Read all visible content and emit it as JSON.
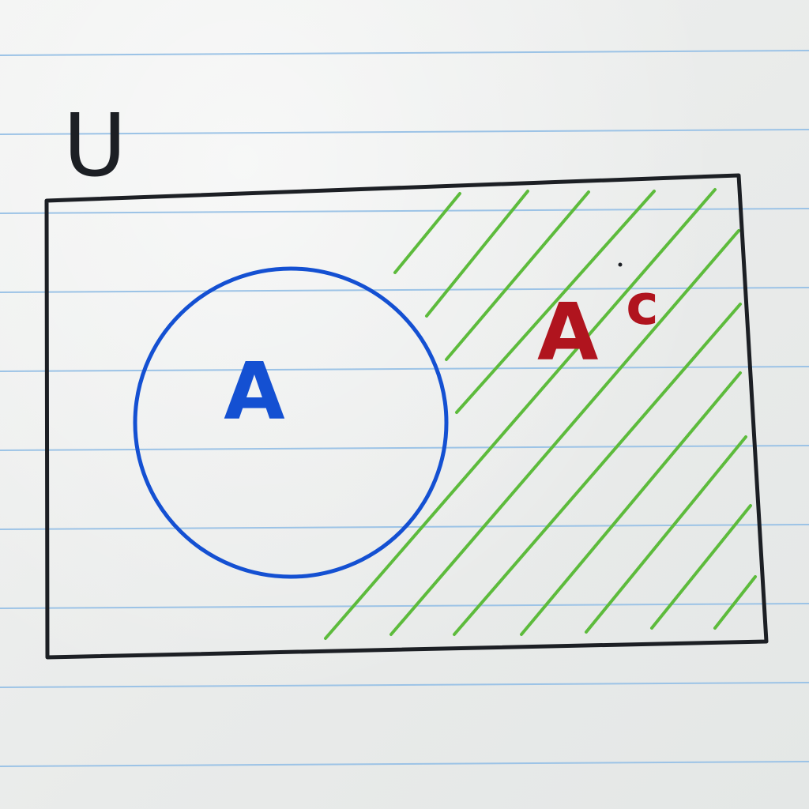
{
  "diagram": {
    "universe_label": "U",
    "set_label": "A",
    "complement_label": "A",
    "complement_superscript": "c"
  },
  "colors": {
    "paper": "#eceeed",
    "ruled_line": "#9cc3e6",
    "universe_outline": "#1c1f24",
    "set_circle": "#1450d2",
    "complement_label": "#b0141e",
    "hatch": "#5dbb3c"
  }
}
